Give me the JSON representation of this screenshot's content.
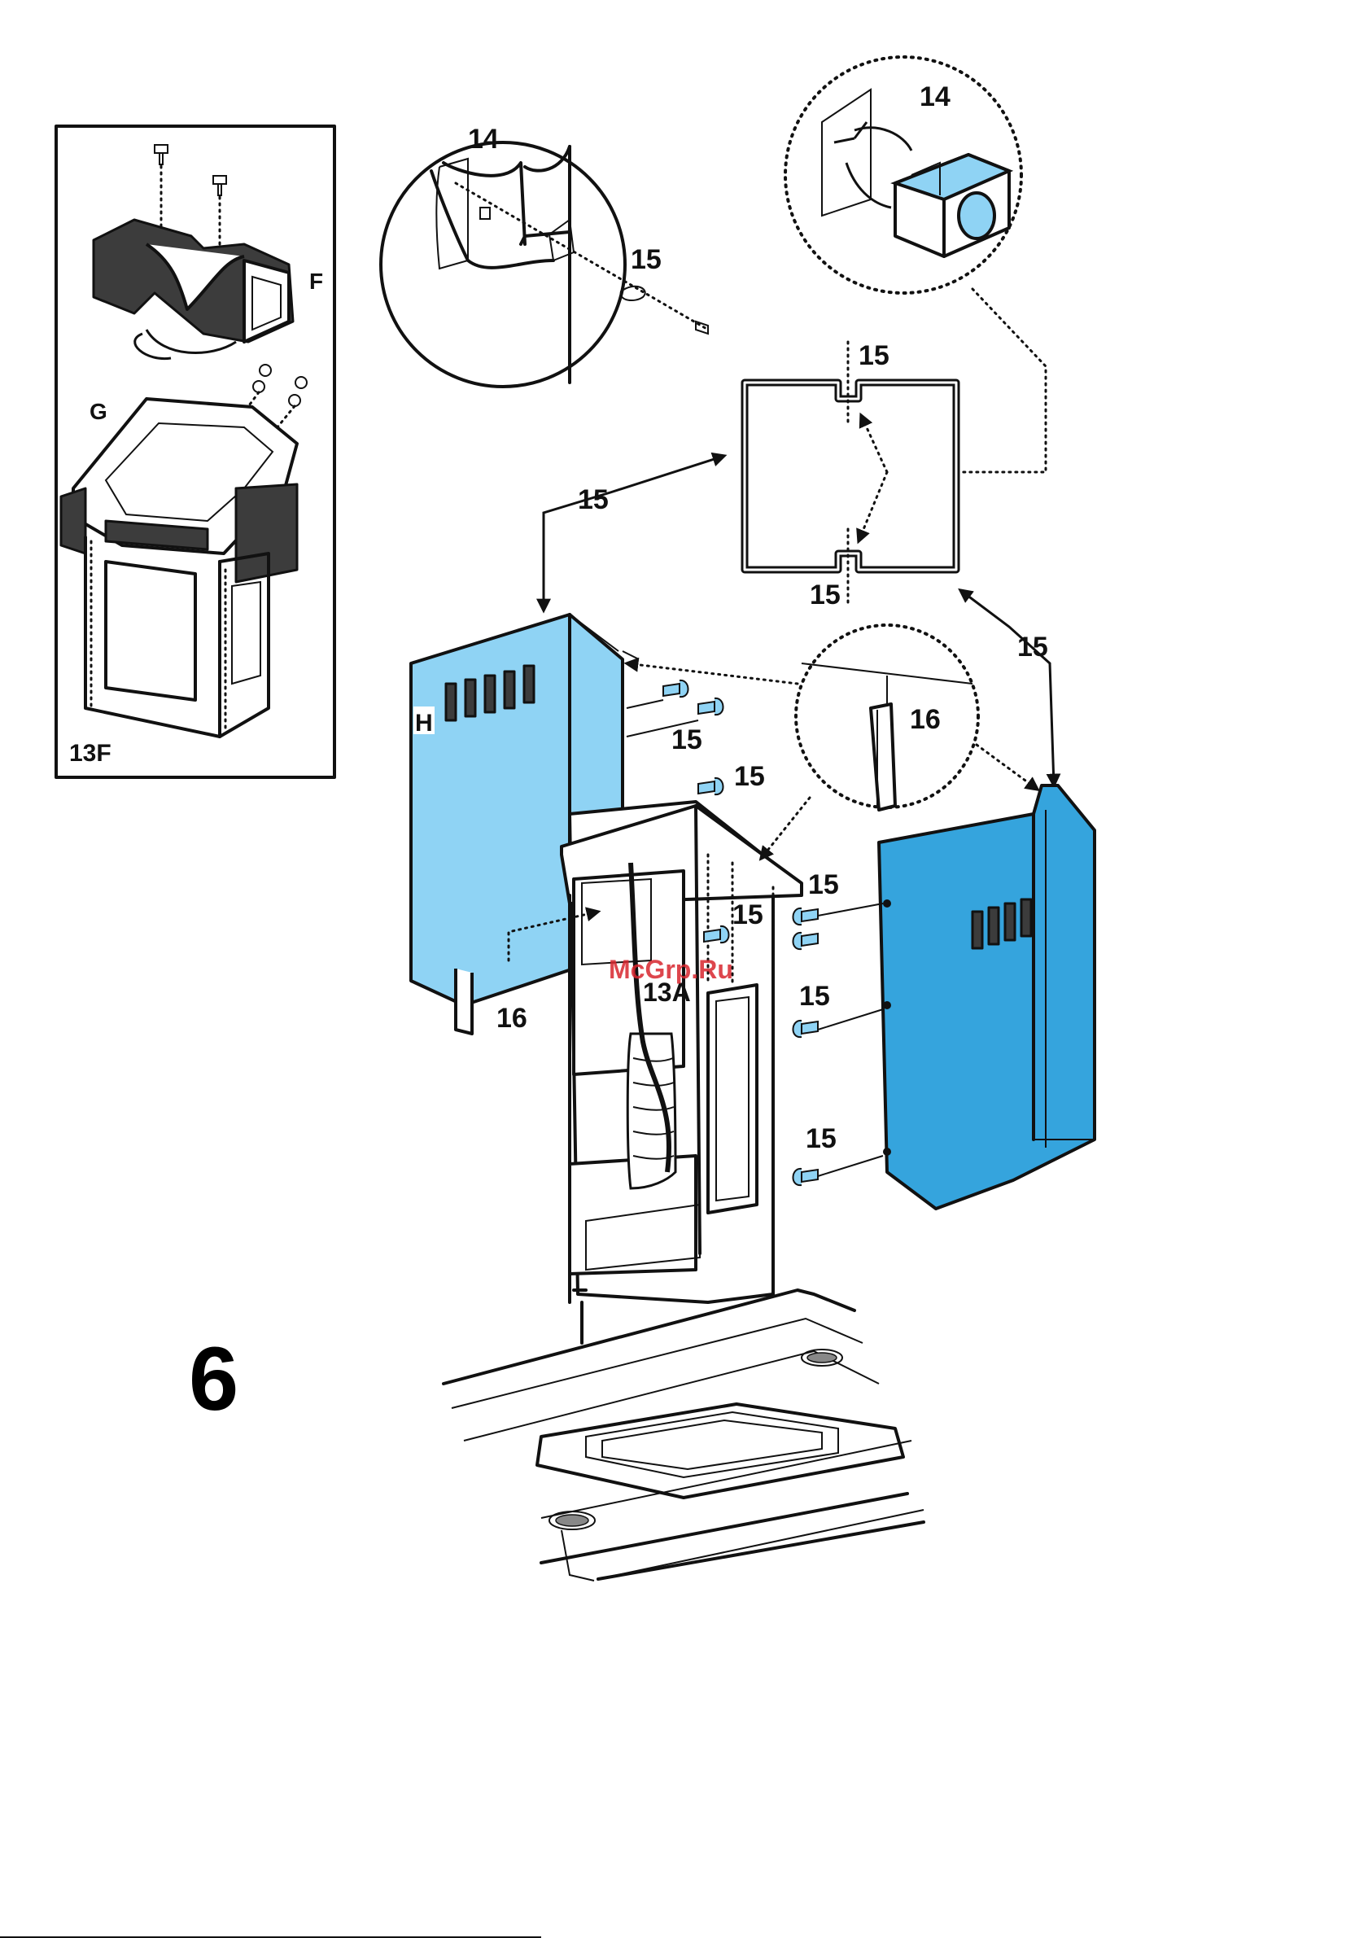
{
  "step_number": "6",
  "inset": {
    "label": "13F",
    "part_f": "F",
    "part_g": "G"
  },
  "callouts": {
    "c14": "14",
    "c15": "15",
    "c16": "16",
    "c13a": "13A",
    "h": "H"
  },
  "watermark": "McGrp.Ru",
  "colors": {
    "panel_light": "#8fd3f4",
    "panel_mid": "#35a4dd",
    "outline": "#111111",
    "watermark": "#d8262e"
  }
}
